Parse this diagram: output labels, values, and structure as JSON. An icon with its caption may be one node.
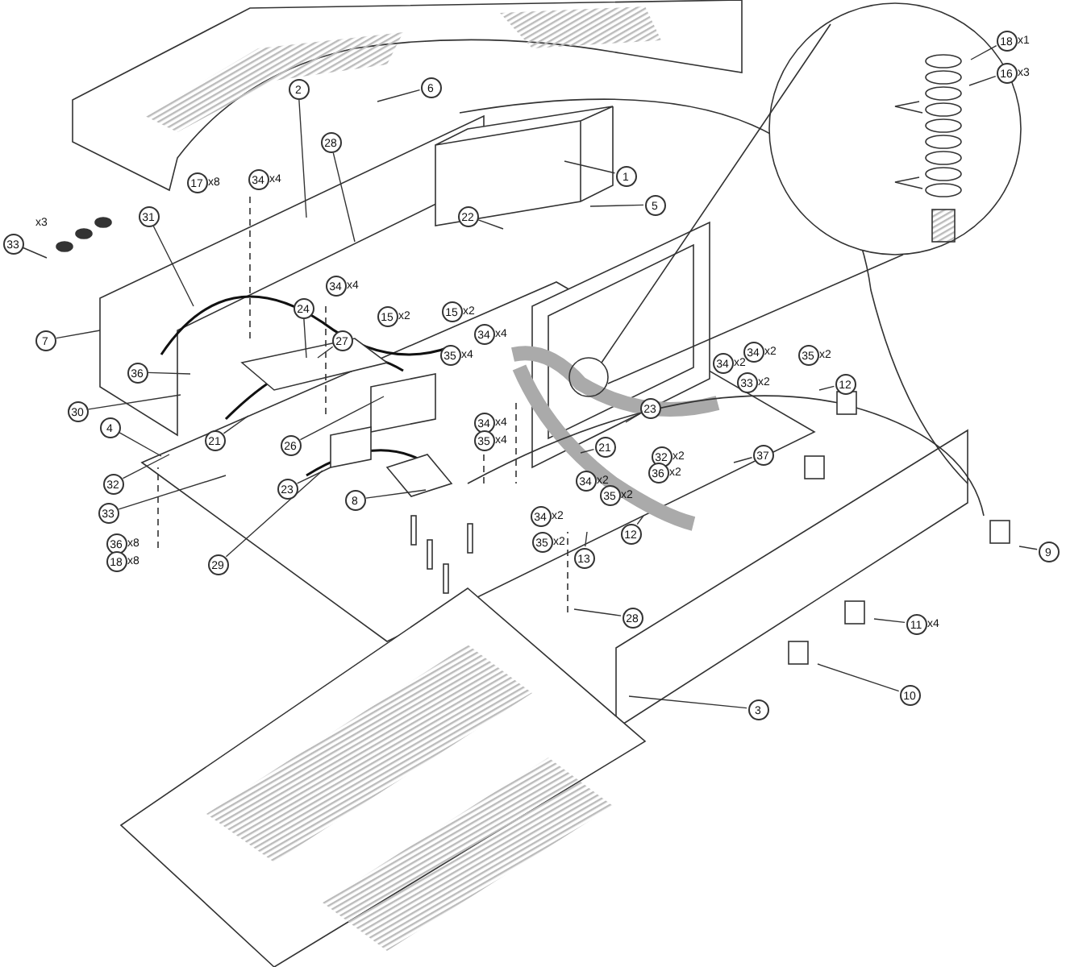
{
  "diagram": {
    "nodes": [
      {
        "text": [
          "2"
        ]
      },
      {
        "text": [
          "6"
        ]
      },
      {
        "text": [
          "18"
        ],
        "beside": [
          "x1"
        ]
      },
      {
        "text": [
          "16"
        ],
        "beside": [
          "x3"
        ]
      },
      {
        "text": [
          "28"
        ]
      },
      {
        "text": [
          "1"
        ]
      },
      {
        "text": [
          "17"
        ],
        "beside": [
          "x8"
        ]
      },
      {
        "text": [
          "34"
        ],
        "beside": [
          "x4"
        ]
      },
      {
        "text": [
          "5"
        ]
      },
      {
        "text": [
          "31"
        ]
      },
      {
        "text": [
          "22"
        ]
      },
      {
        "text": [
          "33"
        ],
        "beside": [
          "x3"
        ]
      },
      {
        "text": [
          "34"
        ],
        "beside": [
          "x4"
        ]
      },
      {
        "text": [
          "24"
        ]
      },
      {
        "text": [
          "15"
        ],
        "beside": [
          "x2"
        ]
      },
      {
        "text": [
          "15"
        ],
        "beside": [
          "x2"
        ]
      },
      {
        "text": [
          "34"
        ],
        "beside": [
          "x4"
        ]
      },
      {
        "text": [
          "7"
        ]
      },
      {
        "text": [
          "27"
        ]
      },
      {
        "text": [
          "35"
        ],
        "beside": [
          "x4"
        ]
      },
      {
        "text": [
          "34"
        ],
        "beside": [
          "x2"
        ]
      },
      {
        "text": [
          "35"
        ],
        "beside": [
          "x2"
        ]
      },
      {
        "text": [
          "34"
        ],
        "beside": [
          "x2"
        ]
      },
      {
        "text": [
          "36"
        ]
      },
      {
        "text": [
          "33"
        ],
        "beside": [
          "x2"
        ]
      },
      {
        "text": [
          "12"
        ]
      },
      {
        "text": [
          "30"
        ]
      },
      {
        "text": [
          "23"
        ]
      },
      {
        "text": [
          "4"
        ]
      },
      {
        "text": [
          "34"
        ],
        "beside": [
          "x4"
        ]
      },
      {
        "text": [
          "35"
        ],
        "beside": [
          "x4"
        ]
      },
      {
        "text": [
          "21"
        ]
      },
      {
        "text": [
          "26"
        ]
      },
      {
        "text": [
          "21"
        ]
      },
      {
        "text": [
          "37"
        ]
      },
      {
        "text": [
          "32"
        ],
        "beside": [
          "x2"
        ]
      },
      {
        "text": [
          "36"
        ],
        "beside": [
          "x2"
        ]
      },
      {
        "text": [
          "34"
        ],
        "beside": [
          "x2"
        ]
      },
      {
        "text": [
          "32"
        ]
      },
      {
        "text": [
          "23"
        ]
      },
      {
        "text": [
          "35"
        ],
        "beside": [
          "x2"
        ]
      },
      {
        "text": [
          "8"
        ]
      },
      {
        "text": [
          "33"
        ]
      },
      {
        "text": [
          "34"
        ],
        "beside": [
          "x2"
        ]
      },
      {
        "text": [
          "12"
        ]
      },
      {
        "text": [
          "35"
        ],
        "beside": [
          "x2"
        ]
      },
      {
        "text": [
          "36"
        ],
        "beside": [
          "x8"
        ]
      },
      {
        "text": [
          "9"
        ]
      },
      {
        "text": [
          "13"
        ]
      },
      {
        "text": [
          "18"
        ],
        "beside": [
          "x8"
        ]
      },
      {
        "text": [
          "29"
        ]
      },
      {
        "text": [
          "28"
        ]
      },
      {
        "text": [
          "11"
        ],
        "beside": [
          "x4"
        ]
      },
      {
        "text": [
          "10"
        ]
      },
      {
        "text": [
          "3"
        ]
      }
    ],
    "edges": [
      {
        "from": 0,
        "to": null,
        "arrow": "none"
      },
      {
        "from": 1,
        "to": null,
        "arrow": "none"
      },
      {
        "from": 2,
        "to": null,
        "arrow": "none"
      },
      {
        "from": 3,
        "to": null,
        "arrow": "none"
      },
      {
        "from": 4,
        "to": null,
        "arrow": "none"
      },
      {
        "from": 5,
        "to": null,
        "arrow": "none"
      },
      {
        "from": 8,
        "to": null,
        "arrow": "none"
      },
      {
        "from": 9,
        "to": null,
        "arrow": "none"
      },
      {
        "from": 10,
        "to": null,
        "arrow": "none"
      },
      {
        "from": 11,
        "to": null,
        "arrow": "none"
      },
      {
        "from": 13,
        "to": null,
        "arrow": "none"
      },
      {
        "from": 17,
        "to": null,
        "arrow": "none"
      },
      {
        "from": 18,
        "to": null,
        "arrow": "none"
      },
      {
        "from": 23,
        "to": null,
        "arrow": "none"
      },
      {
        "from": 25,
        "to": null,
        "arrow": "none"
      },
      {
        "from": 26,
        "to": null,
        "arrow": "none"
      },
      {
        "from": 27,
        "to": null,
        "arrow": "none"
      },
      {
        "from": 28,
        "to": null,
        "arrow": "none"
      },
      {
        "from": 31,
        "to": null,
        "arrow": "none"
      },
      {
        "from": 32,
        "to": null,
        "arrow": "none"
      },
      {
        "from": 33,
        "to": null,
        "arrow": "none"
      },
      {
        "from": 34,
        "to": null,
        "arrow": "none"
      },
      {
        "from": 38,
        "to": null,
        "arrow": "none"
      },
      {
        "from": 39,
        "to": null,
        "arrow": "none"
      },
      {
        "from": 41,
        "to": null,
        "arrow": "none"
      },
      {
        "from": 42,
        "to": null,
        "arrow": "none"
      },
      {
        "from": 44,
        "to": null,
        "arrow": "none"
      },
      {
        "from": 47,
        "to": null,
        "arrow": "none"
      },
      {
        "from": 48,
        "to": null,
        "arrow": "none"
      },
      {
        "from": 50,
        "to": null,
        "arrow": "none"
      },
      {
        "from": 51,
        "to": null,
        "arrow": "none"
      },
      {
        "from": 52,
        "to": null,
        "arrow": "none"
      },
      {
        "from": 53,
        "to": null,
        "arrow": "none"
      },
      {
        "from": 54,
        "to": null,
        "arrow": "none"
      }
    ]
  }
}
